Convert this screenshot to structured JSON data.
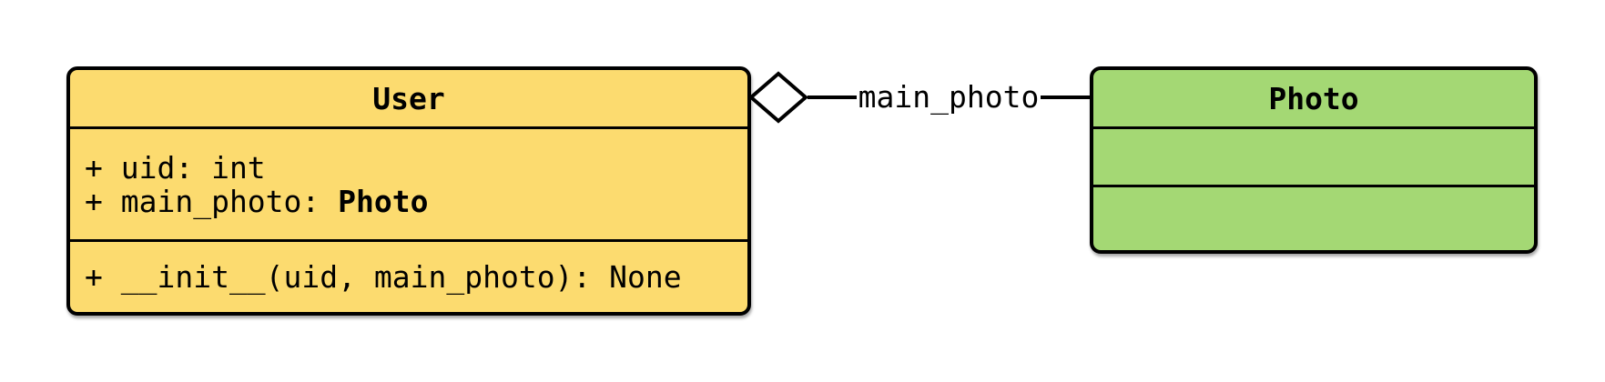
{
  "colors": {
    "background": "#ffffff",
    "stroke": "#000000",
    "user_class_fill": "#FCDB6F",
    "photo_class_fill": "#A4D874",
    "aggregation_diamond_fill": "#ffffff"
  },
  "classes": [
    {
      "name": "User",
      "attributes": [
        {
          "text": "+ uid: int",
          "bold_type": ""
        },
        {
          "text": "+ main_photo: ",
          "bold_type": "Photo"
        }
      ],
      "methods": [
        {
          "text": "+ __init__(uid, main_photo): None"
        }
      ]
    },
    {
      "name": "Photo",
      "attributes": [],
      "methods": []
    }
  ],
  "relationship": {
    "kind": "aggregation",
    "label": "main_photo"
  }
}
